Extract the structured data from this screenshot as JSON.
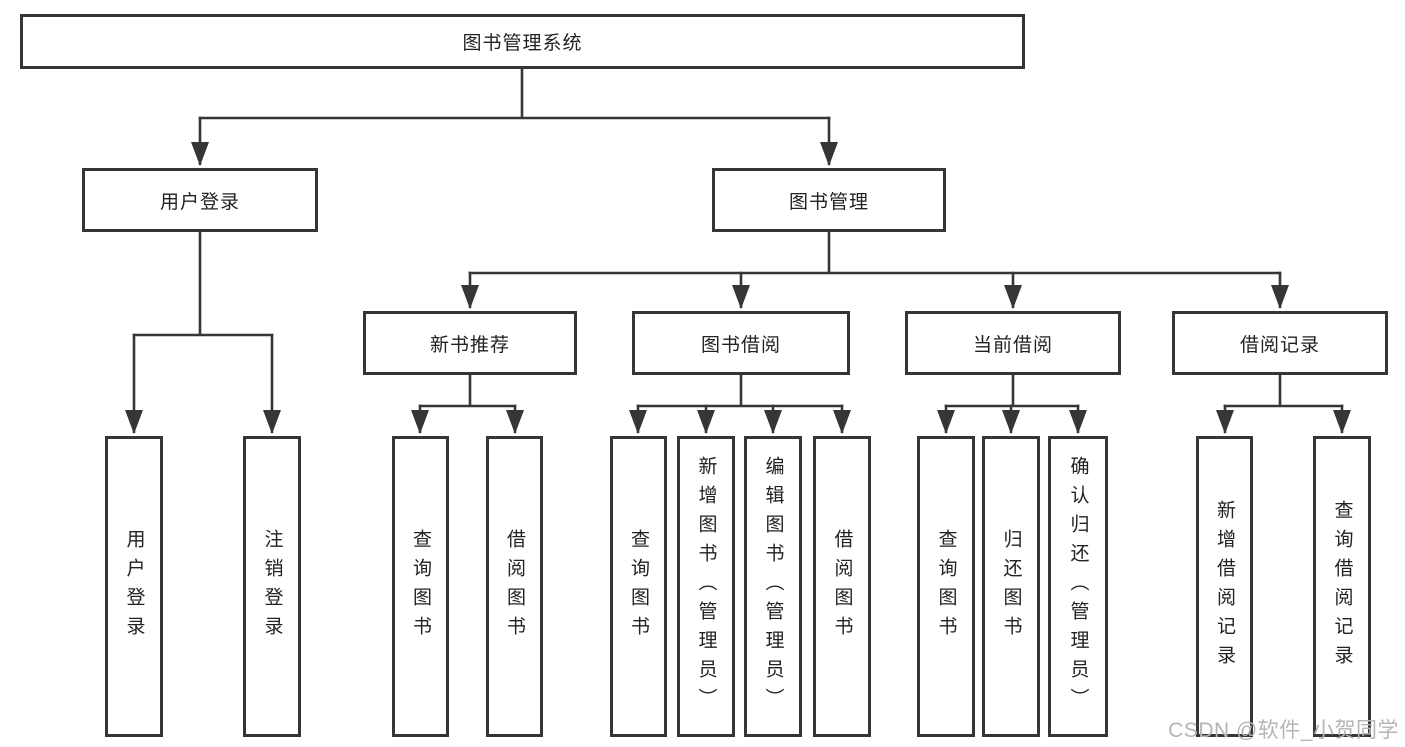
{
  "tree": {
    "label": "图书管理系统",
    "children": [
      {
        "label": "用户登录",
        "children": [
          {
            "label": "用户登录"
          },
          {
            "label": "注销登录"
          }
        ]
      },
      {
        "label": "图书管理",
        "children": [
          {
            "label": "新书推荐",
            "children": [
              {
                "label": "查询图书"
              },
              {
                "label": "借阅图书"
              }
            ]
          },
          {
            "label": "图书借阅",
            "children": [
              {
                "label": "查询图书"
              },
              {
                "label": "新增图书（管理员）"
              },
              {
                "label": "编辑图书（管理员）"
              },
              {
                "label": "借阅图书"
              }
            ]
          },
          {
            "label": "当前借阅",
            "children": [
              {
                "label": "查询图书"
              },
              {
                "label": "归还图书"
              },
              {
                "label": "确认归还（管理员）"
              }
            ]
          },
          {
            "label": "借阅记录",
            "children": [
              {
                "label": "新增借阅记录"
              },
              {
                "label": "查询借阅记录"
              }
            ]
          }
        ]
      }
    ]
  },
  "watermark": {
    "text": "CSDN @软件_小贺同学"
  },
  "colors": {
    "line": "#363636",
    "box_border": "#363636",
    "box_fill": "#ffffff",
    "text": "#222222",
    "watermark": "#b5b5b5"
  }
}
